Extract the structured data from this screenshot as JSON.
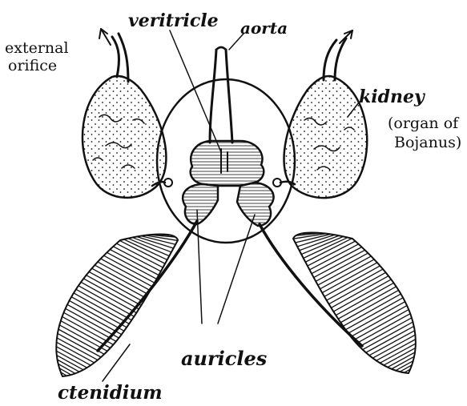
{
  "labels": {
    "ventricle": "veritricle",
    "aorta": "aorta",
    "external_orifice_line1": "external",
    "external_orifice_line2": "orifice",
    "kidney": "kidney",
    "organ_line1": "(organ of",
    "organ_line2": "Bojanus)",
    "auricles": "auricles",
    "ctenidium": "ctenidium"
  },
  "colors": {
    "ink": "#111111",
    "background": "#ffffff"
  }
}
